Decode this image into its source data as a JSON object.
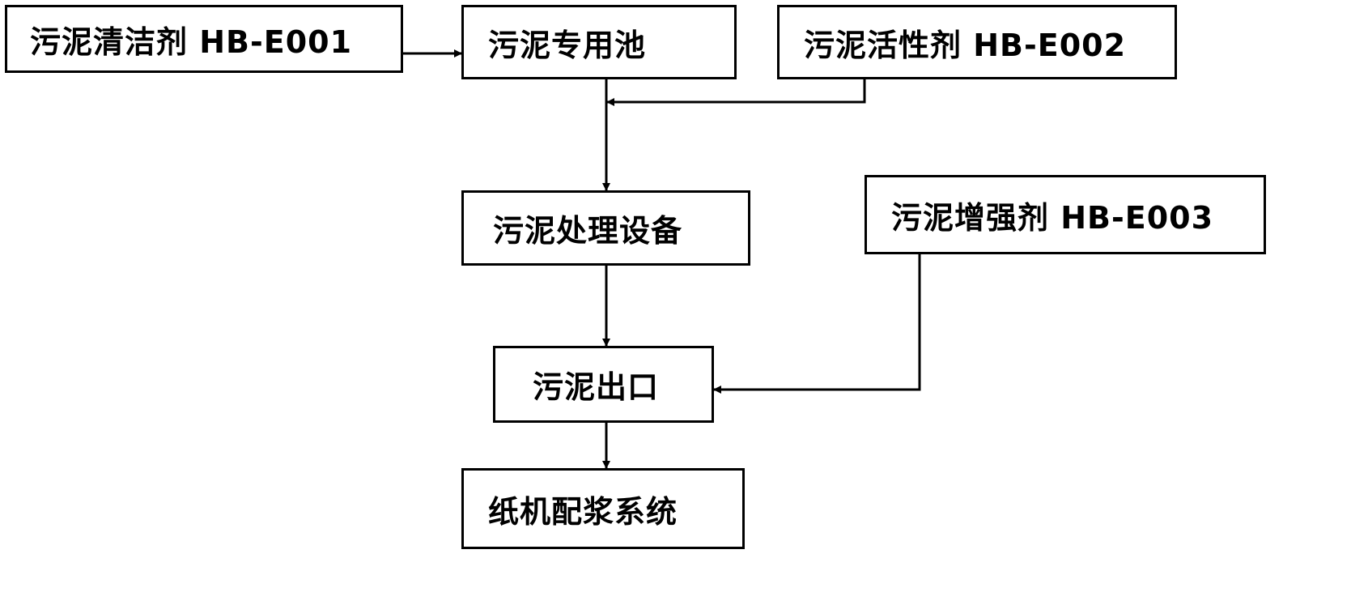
{
  "diagram": {
    "nodes": {
      "cleaner": "污泥清洁剂 HB-E001",
      "pool": "污泥专用池",
      "activator": "污泥活性剂 HB-E002",
      "equipment": "污泥处理设备",
      "enhancer": "污泥增强剂 HB-E003",
      "outlet": "污泥出口",
      "pulping": "纸机配浆系统"
    },
    "edges": [
      {
        "from": "cleaner",
        "to": "pool"
      },
      {
        "from": "pool",
        "to": "equipment"
      },
      {
        "from": "activator",
        "to": "pool-equipment-line"
      },
      {
        "from": "equipment",
        "to": "outlet"
      },
      {
        "from": "enhancer",
        "to": "outlet"
      },
      {
        "from": "outlet",
        "to": "pulping"
      }
    ],
    "colors": {
      "line": "#000000",
      "box_border": "#000000",
      "background": "#ffffff"
    }
  }
}
